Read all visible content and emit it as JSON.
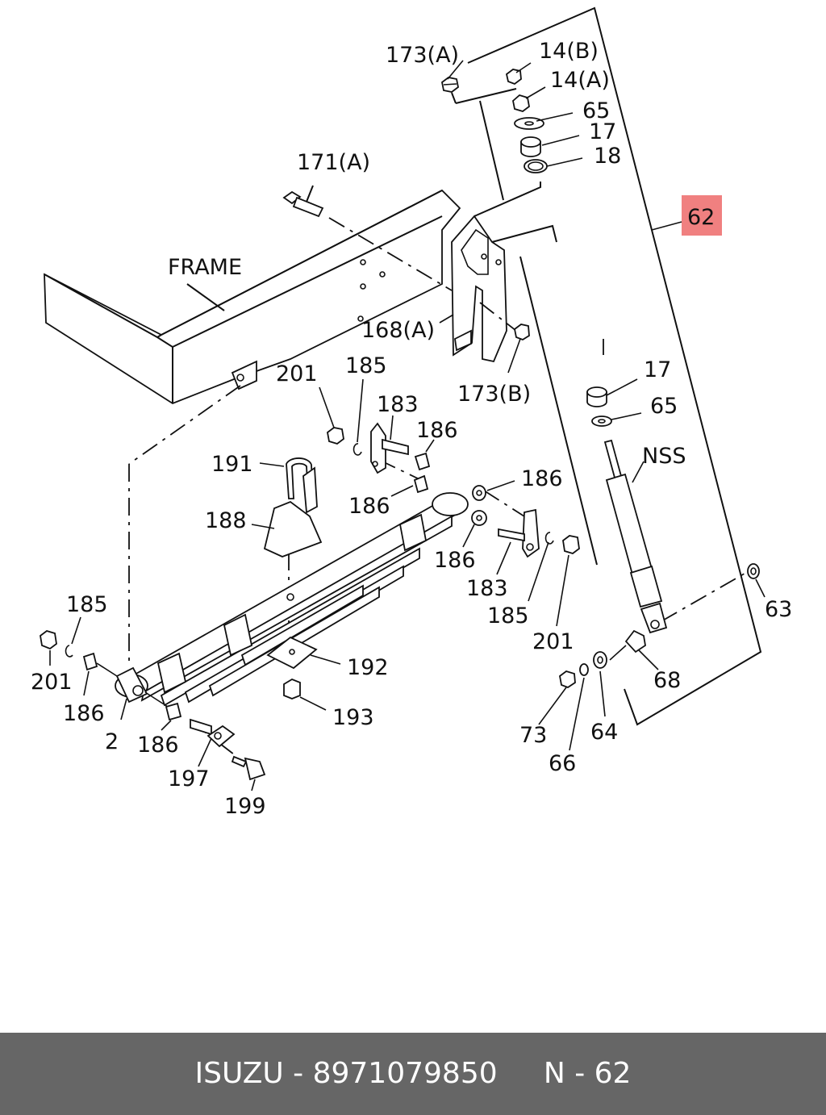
{
  "callouts": {
    "p173a": "173(A)",
    "p14b": "14(B)",
    "p14a": "14(A)",
    "p65_top": "65",
    "p17_top": "17",
    "p18": "18",
    "p62": "62",
    "p171a": "171(A)",
    "frame": "FRAME",
    "p168a": "168(A)",
    "p173b": "173(B)",
    "p201_mid": "201",
    "p185_mid": "185",
    "p183_mid": "183",
    "p186_mid1": "186",
    "p17_mid": "17",
    "p65_mid": "65",
    "nss": "NSS",
    "p191": "191",
    "p186_mid2": "186",
    "p186_right": "186",
    "p188": "188",
    "p186_right2": "186",
    "p183_right": "183",
    "p185_right": "185",
    "p201_right": "201",
    "p185_left": "185",
    "p201_left": "201",
    "p186_left": "186",
    "p2": "2",
    "p186_low": "186",
    "p192": "192",
    "p193": "193",
    "p197": "197",
    "p199": "199",
    "p63": "63",
    "p68": "68",
    "p73": "73",
    "p64": "64",
    "p66": "66"
  },
  "highlight_color": "#f08080",
  "footer": {
    "text": "ISUZU - 8971079850     N - 62"
  }
}
